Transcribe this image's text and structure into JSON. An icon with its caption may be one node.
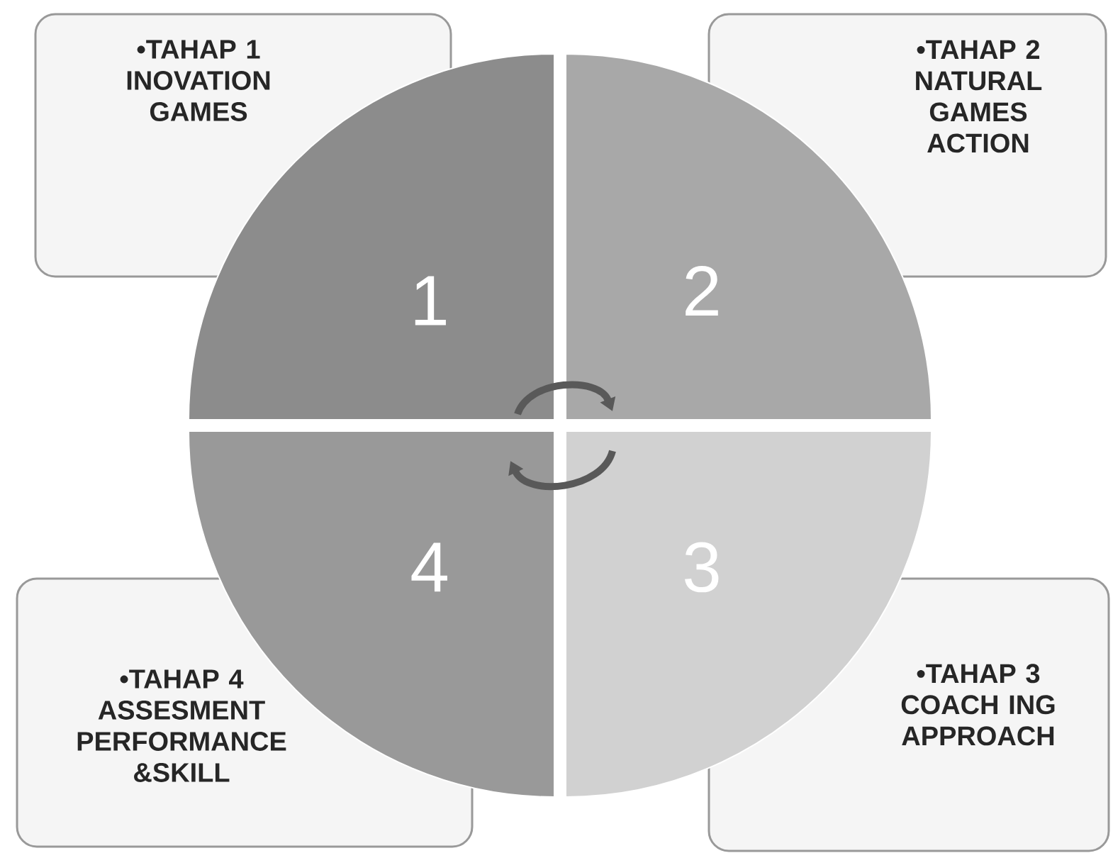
{
  "diagram": {
    "nodes": [
      {
        "text": [
          "•TAHAP 1 INOVATION GAMES"
        ]
      },
      {
        "text": [
          "•TAHAP 2 NATURAL GAMES ACTION"
        ]
      },
      {
        "text": [
          "1"
        ]
      },
      {
        "text": [
          "2"
        ]
      },
      {
        "text": [
          "4"
        ]
      },
      {
        "text": [
          "3"
        ]
      },
      {
        "text": [
          "•TAHAP 4 ASSESMENT PERFORMANCE &SKILL"
        ]
      },
      {
        "text": [
          "•TAHAP 3 COACH ING APPROACH"
        ]
      }
    ],
    "edges": [
      {
        "from": 2,
        "to": 3,
        "arrow": "to"
      },
      {
        "from": 5,
        "to": 4,
        "arrow": "to"
      }
    ]
  }
}
